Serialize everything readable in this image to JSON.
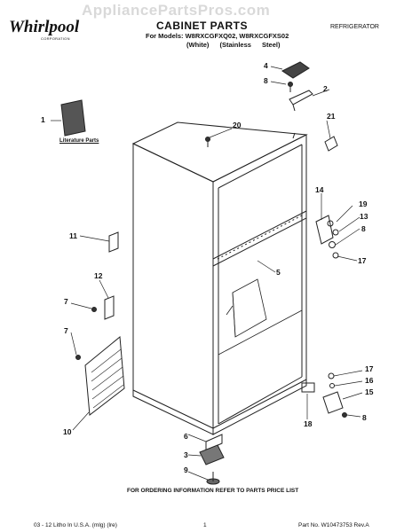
{
  "watermark": "AppliancePartsPros.com",
  "brand": {
    "name": "Whirlpool",
    "subtitle": "CORPORATION"
  },
  "header": {
    "title": "CABINET PARTS",
    "models": "For Models: W8RXCGFXQ02, W8RXCGFXS02",
    "variant_white": "(White)",
    "variant_stainless": "(Stainless Steel)",
    "category": "REFRIGERATOR"
  },
  "literature_label": "Literature Parts",
  "callouts": {
    "c1": "1",
    "c2": "2",
    "c3": "3",
    "c4": "4",
    "c5": "5",
    "c6": "6",
    "c7a": "7",
    "c7b": "7",
    "c8a": "8",
    "c8b": "8",
    "c8c": "8",
    "c9": "9",
    "c10": "10",
    "c11": "11",
    "c12": "12",
    "c13": "13",
    "c14": "14",
    "c15": "15",
    "c16": "16",
    "c17a": "17",
    "c17b": "17",
    "c18": "18",
    "c19": "19",
    "c20": "20",
    "c21": "21"
  },
  "order_note": "FOR ORDERING INFORMATION REFER TO PARTS PRICE LIST",
  "footer": {
    "date_printer": "03 - 12  Litho In U.S.A. (mlg) (lre)",
    "page_number": "1",
    "part_number": "Part No. W10473753 Rev.A"
  }
}
